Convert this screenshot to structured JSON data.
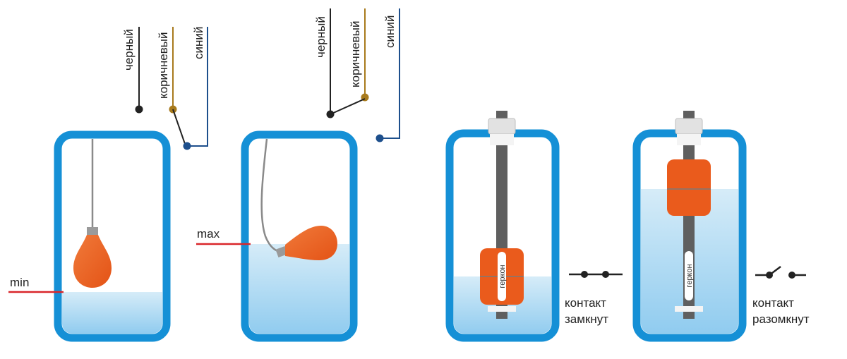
{
  "colors": {
    "tank_border": "#1590d6",
    "float": "#ea5b1c",
    "wire_black": "#222222",
    "wire_brown": "#a87a1c",
    "wire_blue": "#1d4f8c",
    "level_mark": "#d9262a",
    "rod": "#5f5f5f"
  },
  "wires_1": {
    "black": "черный",
    "brown": "коричневый",
    "blue": "синий"
  },
  "wires_2": {
    "black": "черный",
    "brown": "коричневый",
    "blue": "синий"
  },
  "levels": {
    "min": "min",
    "max": "max"
  },
  "reed_label_1": "геркон",
  "reed_label_2": "геркон",
  "contact_closed": {
    "line1": "контакт",
    "line2": "замкнут"
  },
  "contact_open": {
    "line1": "контакт",
    "line2": "разомкнут"
  }
}
